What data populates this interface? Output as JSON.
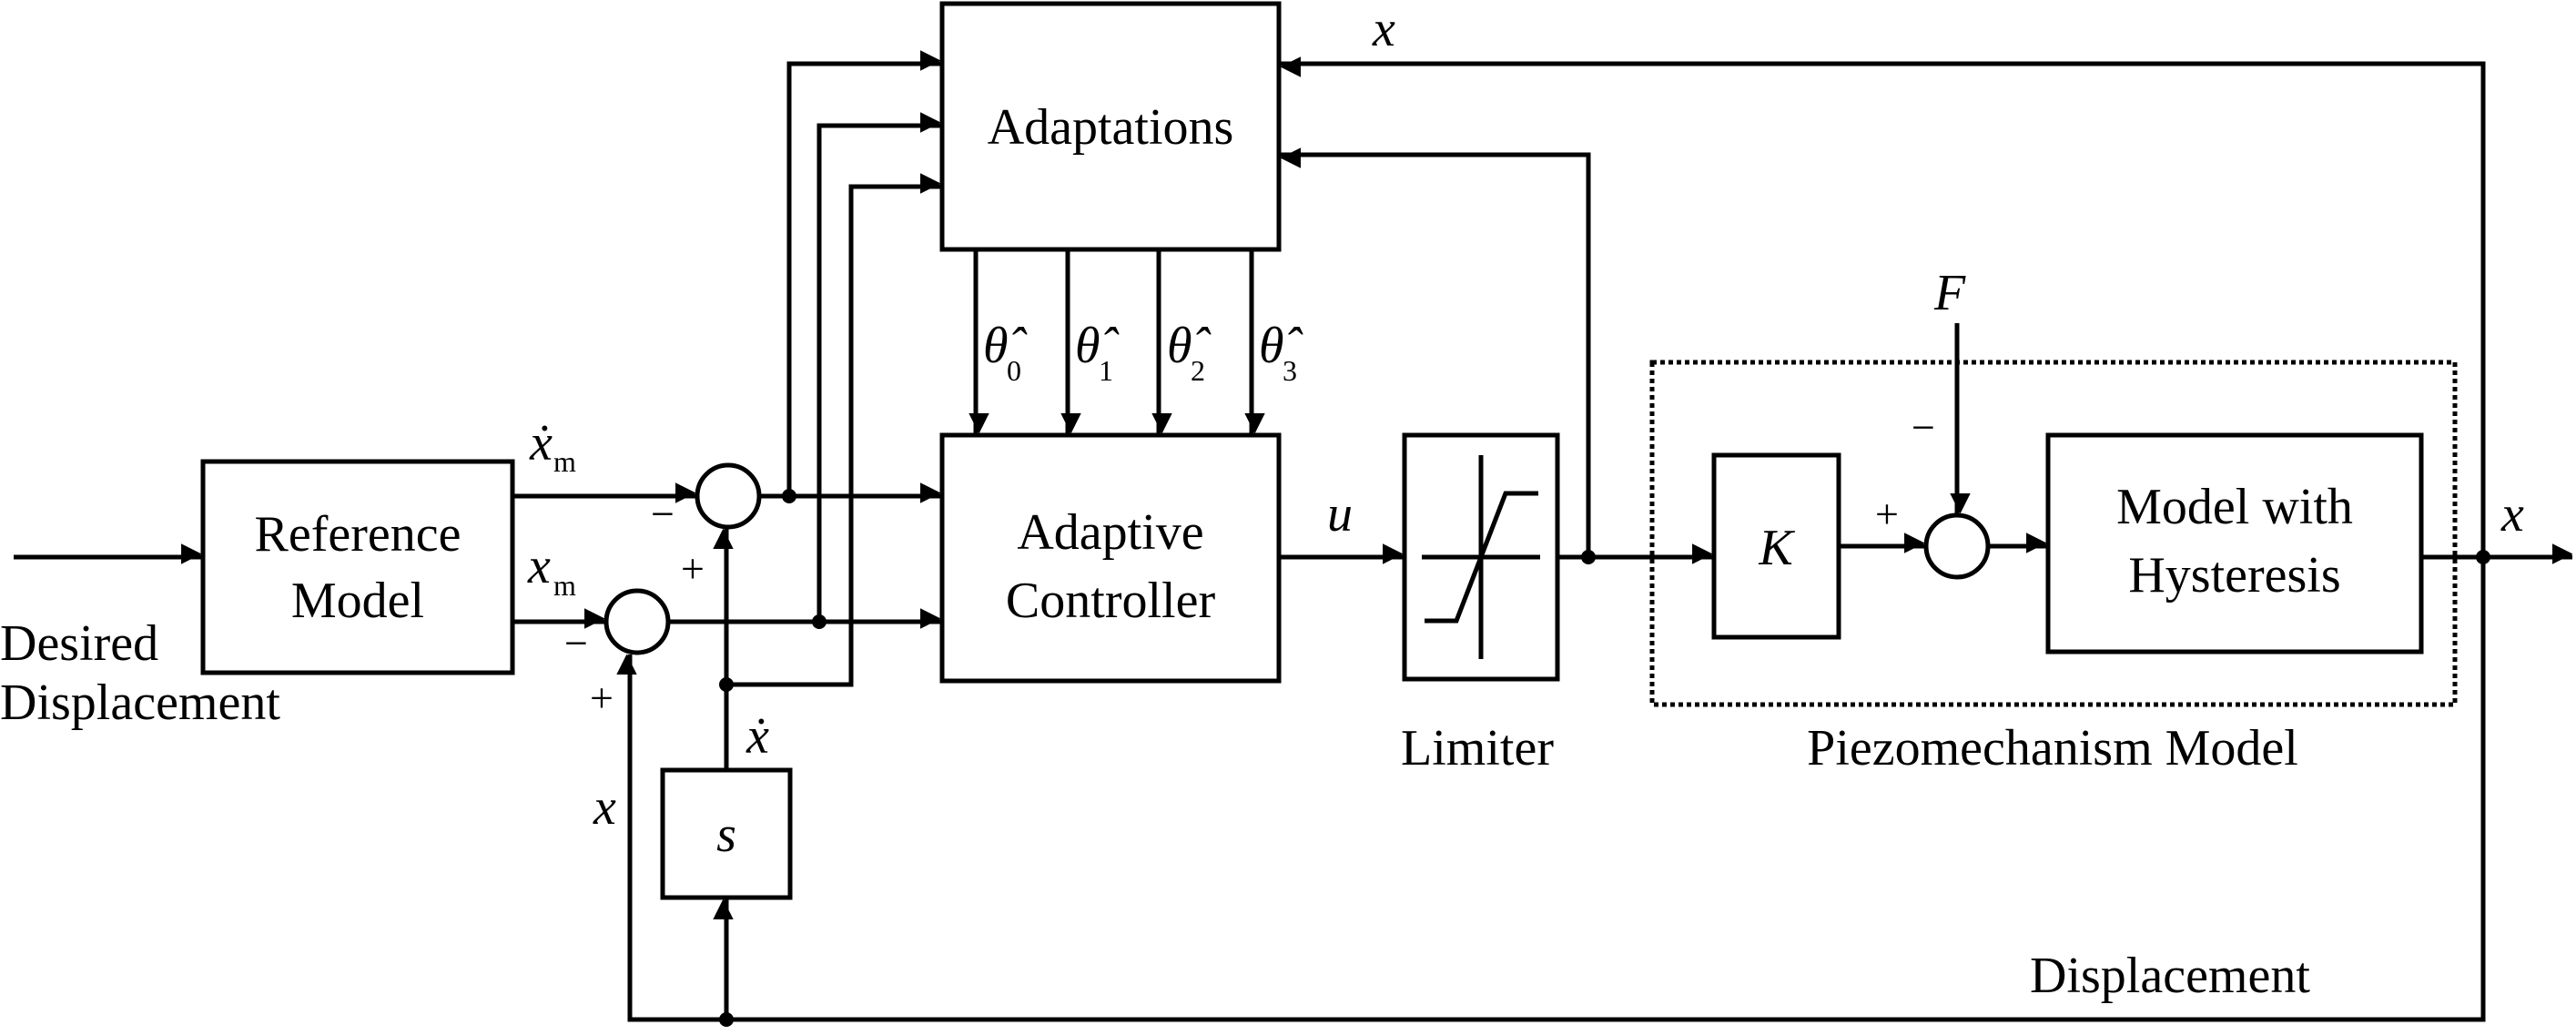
{
  "blocks": {
    "reference_model": [
      "Reference",
      "Model"
    ],
    "adaptations": "Adaptations",
    "adaptive_controller": [
      "Adaptive",
      "Controller"
    ],
    "gain": "K",
    "differentiator": "s",
    "hysteresis_model": [
      "Model with",
      "Hysteresis"
    ],
    "limiter": "Limiter",
    "piezo_group": "Piezomechanism Model"
  },
  "signals": {
    "input": [
      "Desired",
      "Displacement"
    ],
    "x_m_dot": "ẋ",
    "x_m": "x",
    "m_subscript": "m",
    "x_dot": "ẋ",
    "x": "x",
    "u": "u",
    "F": "F",
    "displacement": "Displacement",
    "theta": "θ̂",
    "theta_subscripts": [
      "0",
      "1",
      "2",
      "3"
    ]
  },
  "signs": {
    "plus": "+",
    "minus": "−"
  }
}
